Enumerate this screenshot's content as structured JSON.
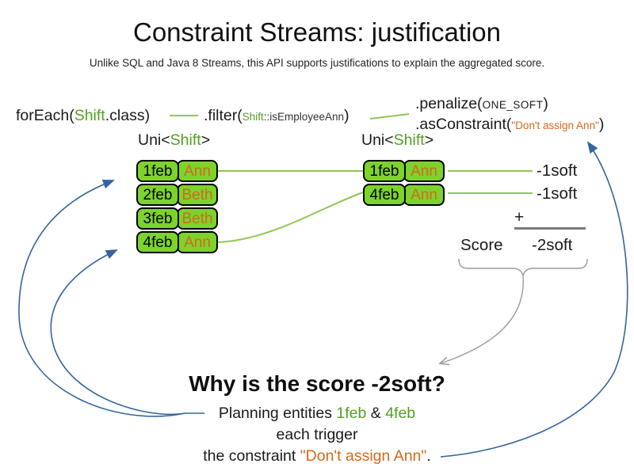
{
  "slide": {
    "title": "Constraint Streams: justification",
    "subtitle": "Unlike SQL and Java 8 Streams, this API supports justifications to explain the aggregated score."
  },
  "code": {
    "foreach_pre": "forEach(",
    "foreach_type": "Shift",
    "foreach_post": ".class)",
    "filter_pre": ".filter(",
    "filter_type": "Shift",
    "filter_rest": "::isEmployeeAnn",
    "filter_post": ")",
    "penalize_pre": ".penalize(",
    "penalize_arg": "ONE_SOFT",
    "penalize_post": ")",
    "asconstraint_pre": ".asConstraint(",
    "asconstraint_arg": "\"Don't assign Ann\"",
    "asconstraint_post": ")"
  },
  "uni_left": {
    "pre": "Uni<",
    "type": "Shift",
    "post": ">"
  },
  "uni_right": {
    "pre": "Uni<",
    "type": "Shift",
    "post": ">"
  },
  "left_table": {
    "rows": [
      {
        "date": "1feb",
        "employee": "Ann"
      },
      {
        "date": "2feb",
        "employee": "Beth"
      },
      {
        "date": "3feb",
        "employee": "Beth"
      },
      {
        "date": "4feb",
        "employee": "Ann"
      }
    ]
  },
  "right_table": {
    "rows": [
      {
        "date": "1feb",
        "employee": "Ann"
      },
      {
        "date": "4feb",
        "employee": "Ann"
      }
    ]
  },
  "scores": {
    "penalty1": "-1soft",
    "penalty2": "-1soft",
    "plus": "+",
    "score_label": "Score",
    "total": "-2soft"
  },
  "why": {
    "heading": "Why is the score -2soft?",
    "line1_pre": "Planning entities ",
    "entity1": "1feb",
    "line1_mid": " & ",
    "entity2": "4feb",
    "line2": "each trigger",
    "line3_pre": "the constraint ",
    "constraint": "\"Don't assign Ann\"",
    "line3_post": "."
  },
  "colors": {
    "entity_green": "#7DD32C",
    "connector_green": "#8FC654",
    "code_green": "#54A021",
    "orange": "#D2691E",
    "arrow_blue": "#34659D",
    "gray": "#9A9A9A"
  }
}
